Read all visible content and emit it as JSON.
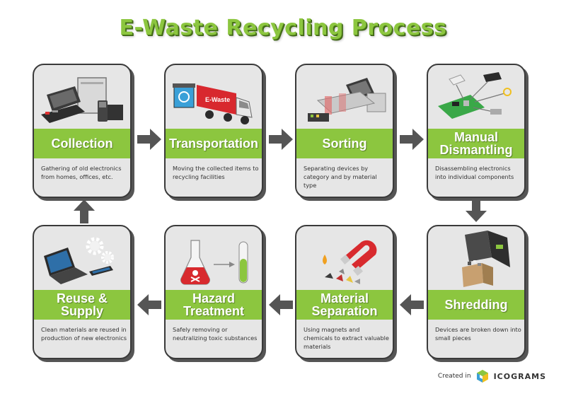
{
  "title": "E-Waste Recycling Process",
  "steps": [
    {
      "label": "Collection",
      "desc": "Gathering of old electronics from homes, offices, etc.",
      "icon": "collection-icon"
    },
    {
      "label": "Transportation",
      "desc": "Moving the collected items to recycling facilities",
      "icon": "truck-icon",
      "truck_text": "E-Waste"
    },
    {
      "label": "Sorting",
      "desc": "Separating devices by category and by material type",
      "icon": "sorting-icon"
    },
    {
      "label": "Manual Dismantling",
      "desc": "Disassembling electronics into individual components",
      "icon": "dismantling-icon"
    },
    {
      "label": "Shredding",
      "desc": "Devices are broken down into small pieces",
      "icon": "shredder-icon"
    },
    {
      "label": "Material Separation",
      "desc": "Using magnets and chemicals to extract valuable materials",
      "icon": "magnet-icon"
    },
    {
      "label": "Hazard Treatment",
      "desc": "Safely removing or neutralizing toxic substances",
      "icon": "flask-icon"
    },
    {
      "label": "Reuse & Supply",
      "desc": "Clean materials are reused in production of new electronics",
      "icon": "laptop-icon"
    }
  ],
  "footer": {
    "created": "Created in",
    "brand": "ICOGRAMS"
  },
  "colors": {
    "accent": "#8cc63f",
    "card": "#e6e6e6",
    "arrow": "#555555"
  }
}
